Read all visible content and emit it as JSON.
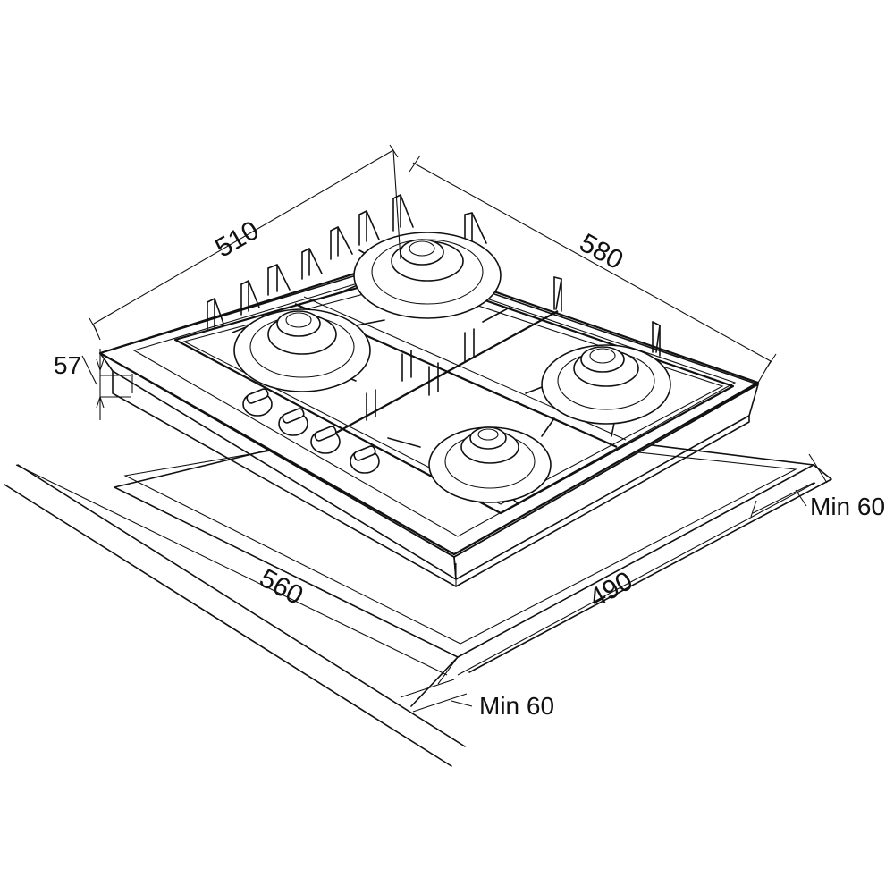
{
  "dimensions": {
    "width_top": "510",
    "depth_top": "580",
    "height": "57",
    "cutout_width": "560",
    "cutout_depth": "490",
    "clearance_right": "Min 60",
    "clearance_front": "Min 60"
  }
}
